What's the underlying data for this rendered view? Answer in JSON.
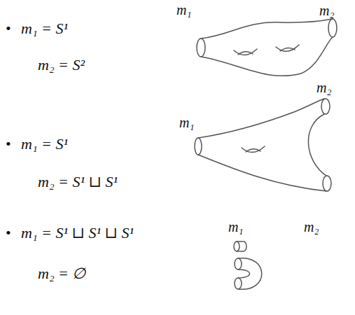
{
  "diagram": {
    "labels": [
      "•",
      "m₁ = S¹",
      "m₂ = S²",
      "m₁",
      "m₂",
      "•",
      "m₁ = S¹",
      "m₂ = S¹ ⊔ S¹",
      "m₁",
      "m₂",
      "•",
      "m₁ = S¹ ⊔ S¹ ⊔ S¹",
      "m₂ = ∅",
      "m₁",
      "m₂"
    ]
  }
}
